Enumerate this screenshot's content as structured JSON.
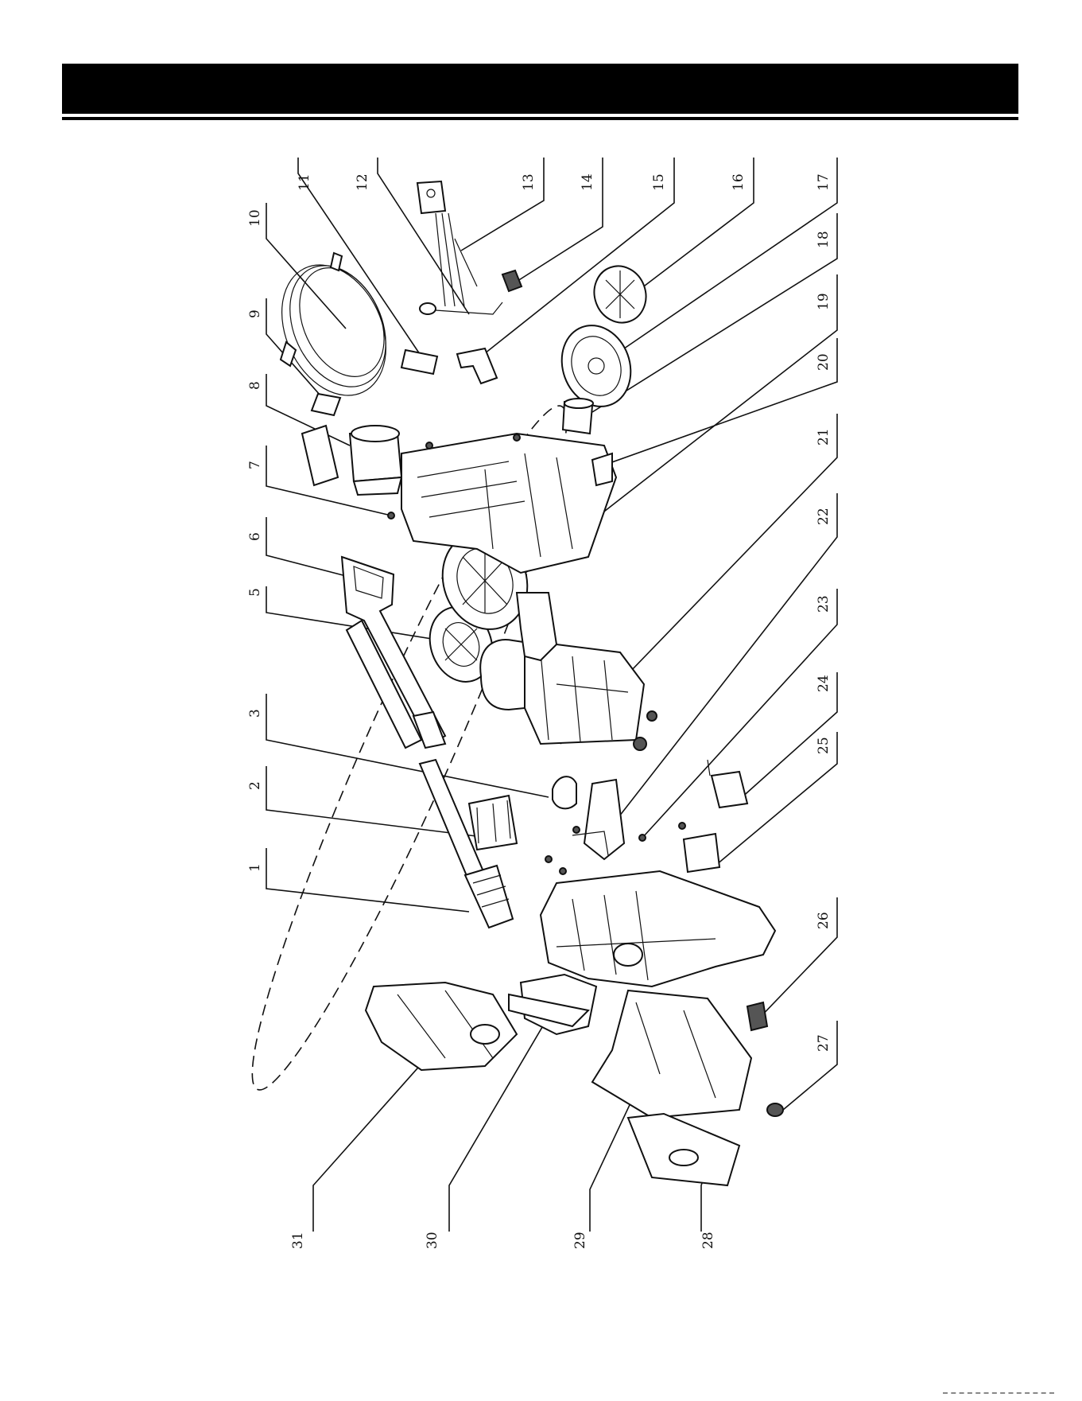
{
  "header": {
    "title": ""
  },
  "callouts": [
    {
      "number": "1"
    },
    {
      "number": "2"
    },
    {
      "number": "3"
    },
    {
      "number": "5"
    },
    {
      "number": "6"
    },
    {
      "number": "7"
    },
    {
      "number": "8"
    },
    {
      "number": "9"
    },
    {
      "number": "10"
    },
    {
      "number": "11"
    },
    {
      "number": "12"
    },
    {
      "number": "13"
    },
    {
      "number": "14"
    },
    {
      "number": "15"
    },
    {
      "number": "16"
    },
    {
      "number": "17"
    },
    {
      "number": "18"
    },
    {
      "number": "19"
    },
    {
      "number": "20"
    },
    {
      "number": "21"
    },
    {
      "number": "22"
    },
    {
      "number": "23"
    },
    {
      "number": "24"
    },
    {
      "number": "25"
    },
    {
      "number": "26"
    },
    {
      "number": "27"
    },
    {
      "number": "28"
    },
    {
      "number": "29"
    },
    {
      "number": "30"
    },
    {
      "number": "31"
    }
  ],
  "colors": {
    "ink": "#111111",
    "header": "#000000",
    "paper": "#ffffff"
  }
}
